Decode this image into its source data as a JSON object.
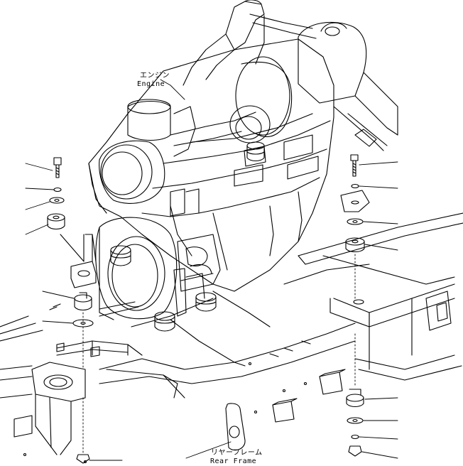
{
  "labels": {
    "engine_jp": "エンジン",
    "engine_en": "Engine",
    "rear_frame_jp": "リヤーフレーム",
    "rear_frame_en": "Rear Frame"
  }
}
